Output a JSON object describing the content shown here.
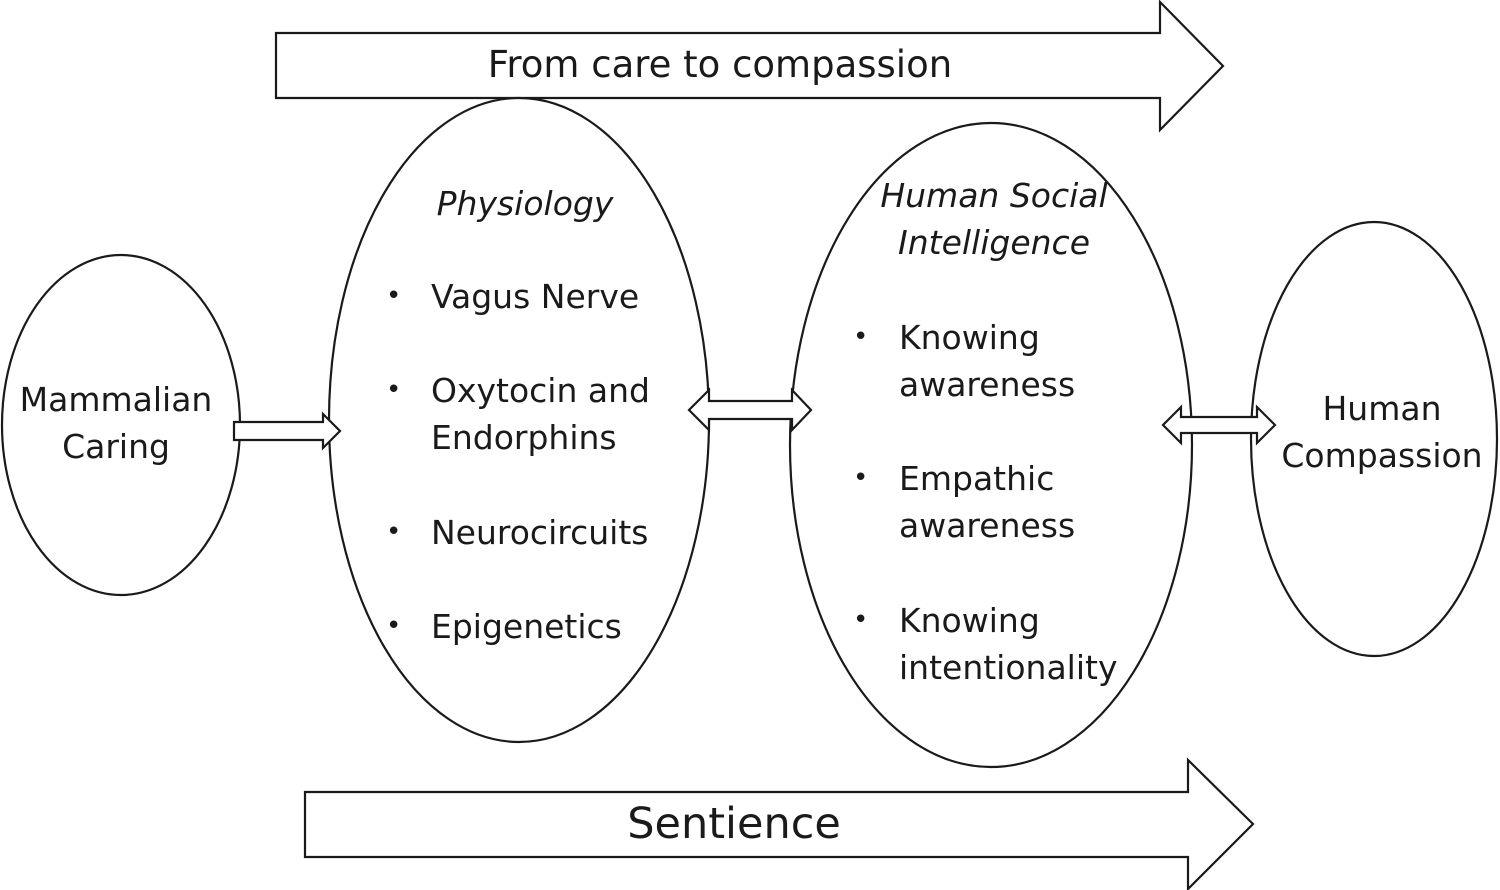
{
  "top_arrow": {
    "label": "From care to compassion"
  },
  "bottom_arrow": {
    "label": "Sentience"
  },
  "mammalian": {
    "line1": "Mammalian",
    "line2": "Caring"
  },
  "physiology": {
    "heading": "Physiology",
    "items": [
      {
        "line1": "Vagus Nerve"
      },
      {
        "line1": "Oxytocin and",
        "line2": "Endorphins"
      },
      {
        "line1": "Neurocircuits"
      },
      {
        "line1": "Epigenetics"
      }
    ]
  },
  "social": {
    "heading_line1": "Human Social",
    "heading_line2": "Intelligence",
    "items": [
      {
        "line1": "Knowing",
        "line2": "awareness"
      },
      {
        "line1": "Empathic",
        "line2": "awareness"
      },
      {
        "line1": "Knowing",
        "line2": "intentionality"
      }
    ]
  },
  "compassion": {
    "line1": "Human",
    "line2": "Compassion"
  },
  "bullet_glyph": "•"
}
